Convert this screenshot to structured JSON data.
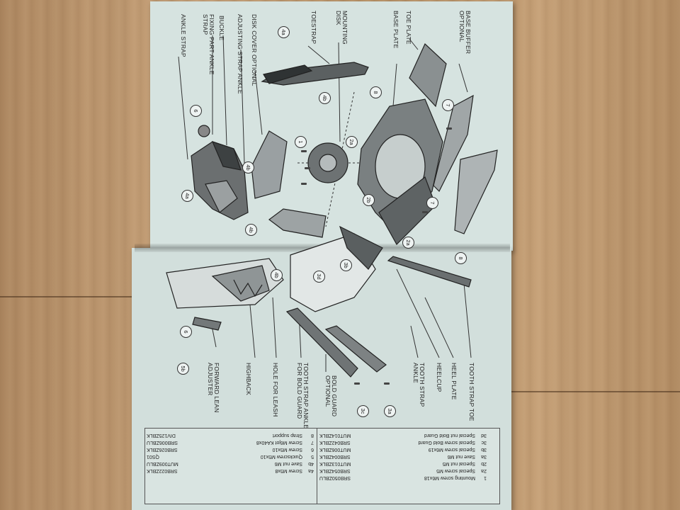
{
  "labels_top": [
    {
      "id": "ankle-strap",
      "text": "ANKLE STRAP"
    },
    {
      "id": "fixing-part-ankle-strap",
      "text": "FIXING PART ANKLE\nSTRAP"
    },
    {
      "id": "buckle",
      "text": "BUCKLE"
    },
    {
      "id": "adjusting-strap-ankle",
      "text": "ADJUSTING STRAP ANKLE"
    },
    {
      "id": "disk-cover",
      "text": "DISK COVER OPTIONAL"
    },
    {
      "id": "toestrap",
      "text": "TOESTRAP"
    },
    {
      "id": "mounting-disk",
      "text": "MOUNTING\nDISK"
    },
    {
      "id": "base-plate",
      "text": "BASE PLATE"
    },
    {
      "id": "toe-plate",
      "text": "TOE PLATE"
    },
    {
      "id": "base-buffer",
      "text": "BASE BUFFER\nOPTIONAL"
    }
  ],
  "labels_bottom": [
    {
      "id": "forward-lean",
      "text": "FORWARD LEAN\nADJUSTER"
    },
    {
      "id": "highback",
      "text": "HIGHBACK"
    },
    {
      "id": "hole-for-leash",
      "text": "HOLE FOR LEASH"
    },
    {
      "id": "tooth-strap-ankle-bold",
      "text": "TOOTH STRAP ANKLE\nFOR BOLD GUARD"
    },
    {
      "id": "bold-guard",
      "text": "BOLD GUARD\nOPTIONAL"
    },
    {
      "id": "tooth-strap-ankle",
      "text": "TOOTH STRAP\nANKLE"
    },
    {
      "id": "heelcup",
      "text": "HEELCUP"
    },
    {
      "id": "heel-plate",
      "text": "HEEL PLATE"
    },
    {
      "id": "tooth-strap-toe",
      "text": "TOOTH STRAP  TOE"
    }
  ],
  "callouts": [
    "4a",
    "6",
    "4b",
    "4b",
    "4a",
    "4b",
    "8",
    "1",
    "2a",
    "7",
    "7",
    "2b",
    "2a",
    "4b",
    "3d",
    "3b",
    "8",
    "6",
    "5b",
    "3c",
    "3a"
  ],
  "parts_left": [
    {
      "no": "4a",
      "desc": "Screw M5x8",
      "code": "SRB022ZBLK"
    },
    {
      "no": "4b",
      "desc": "Save nut M6",
      "code": "MUT009ZBLU"
    },
    {
      "no": "5",
      "desc": "Quickscrew M5x10",
      "code": "QS01"
    },
    {
      "no": "6",
      "desc": "Screw M5x10",
      "code": "SRB026ZBLK"
    },
    {
      "no": "7",
      "desc": "Screw M6jot KA40x8",
      "code": "SRB006ZBLU"
    },
    {
      "no": "8",
      "desc": "Strap support",
      "code": "DIV125ZBLK"
    }
  ],
  "parts_right": [
    {
      "no": "1",
      "desc": "Mounting screw M6x18",
      "code": "SRB050ZBLU"
    },
    {
      "no": "2a",
      "desc": "Special screw M5",
      "code": "SRB054ZBLK"
    },
    {
      "no": "2b",
      "desc": "Special nut M5",
      "code": "MUT013ZBLK"
    },
    {
      "no": "3a",
      "desc": "Save nut M6",
      "code": "SRB004ZBLK"
    },
    {
      "no": "3b",
      "desc": "Special screw M6x19",
      "code": "MUT006ZBLK"
    },
    {
      "no": "3c",
      "desc": "Special screw Bold Guard",
      "code": "SRB042ZBLK"
    },
    {
      "no": "3d",
      "desc": "Special nut Bold Guard",
      "code": "MUT014ZBLK"
    }
  ]
}
